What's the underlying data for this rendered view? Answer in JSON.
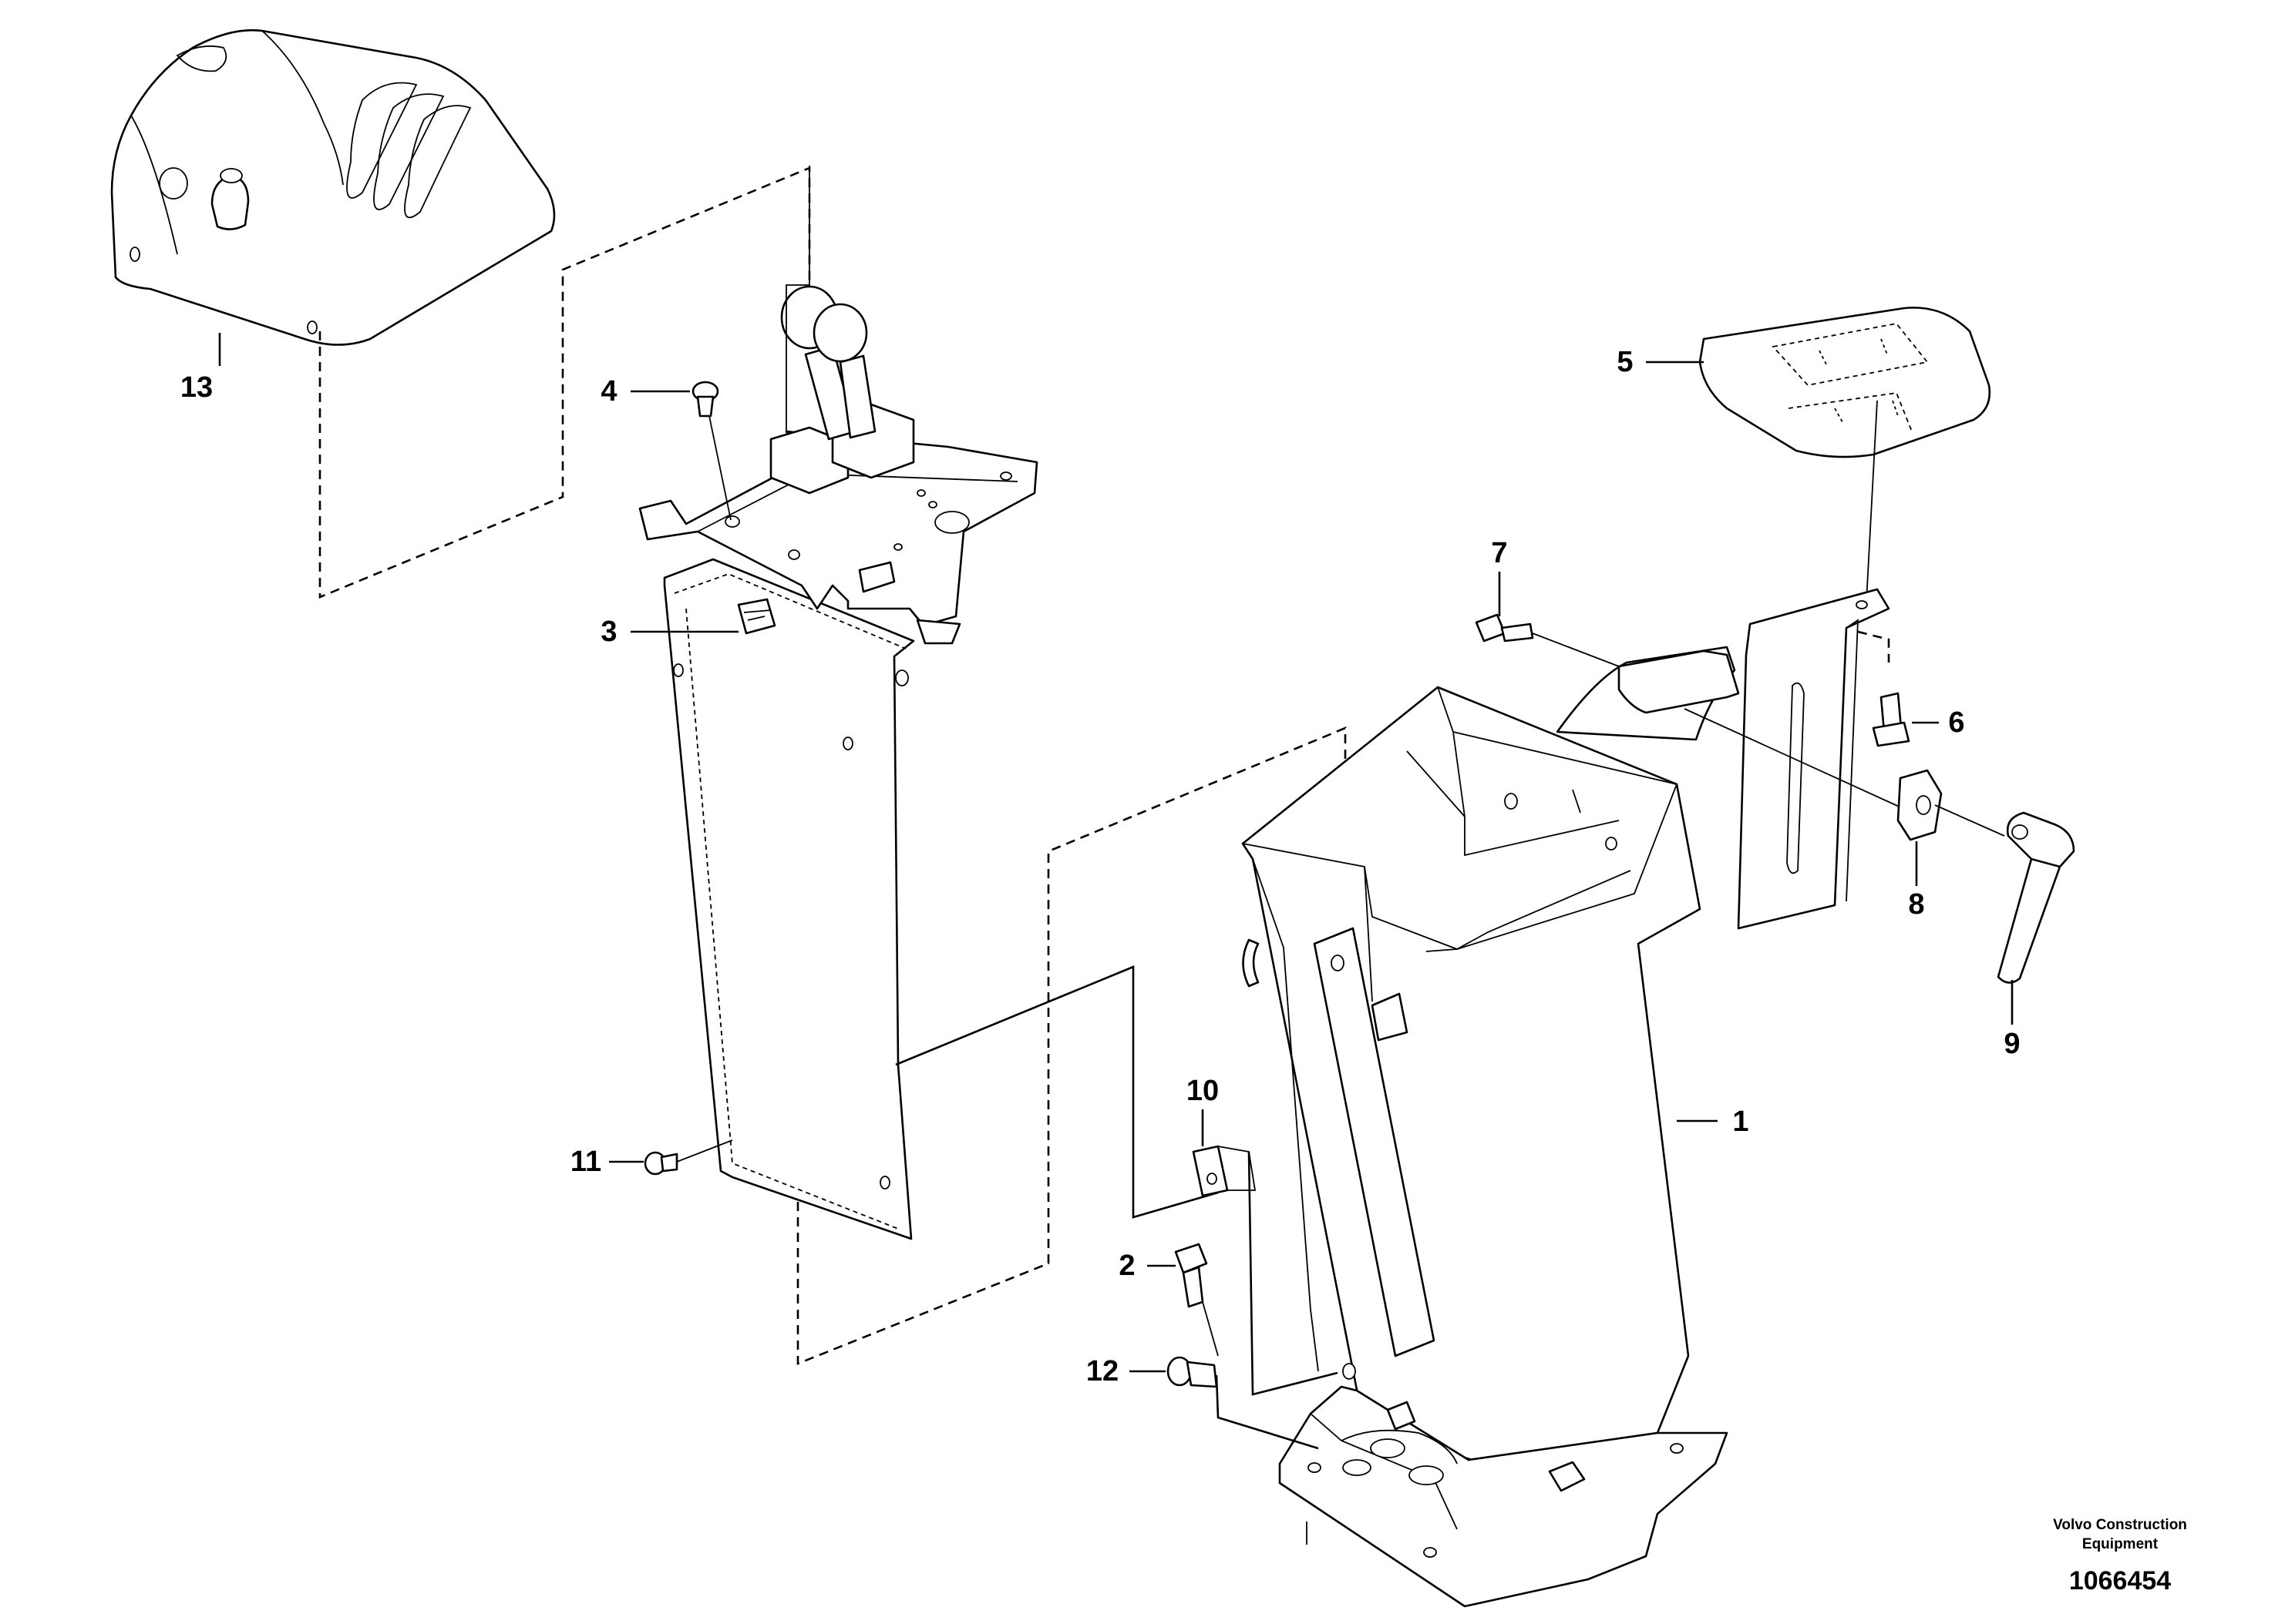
{
  "diagram": {
    "callouts": [
      "1",
      "2",
      "3",
      "4",
      "5",
      "6",
      "7",
      "8",
      "9",
      "10",
      "11",
      "12",
      "13"
    ]
  },
  "footer": {
    "brand_line1": "Volvo Construction",
    "brand_line2": "Equipment",
    "doc_number": "1066454"
  }
}
